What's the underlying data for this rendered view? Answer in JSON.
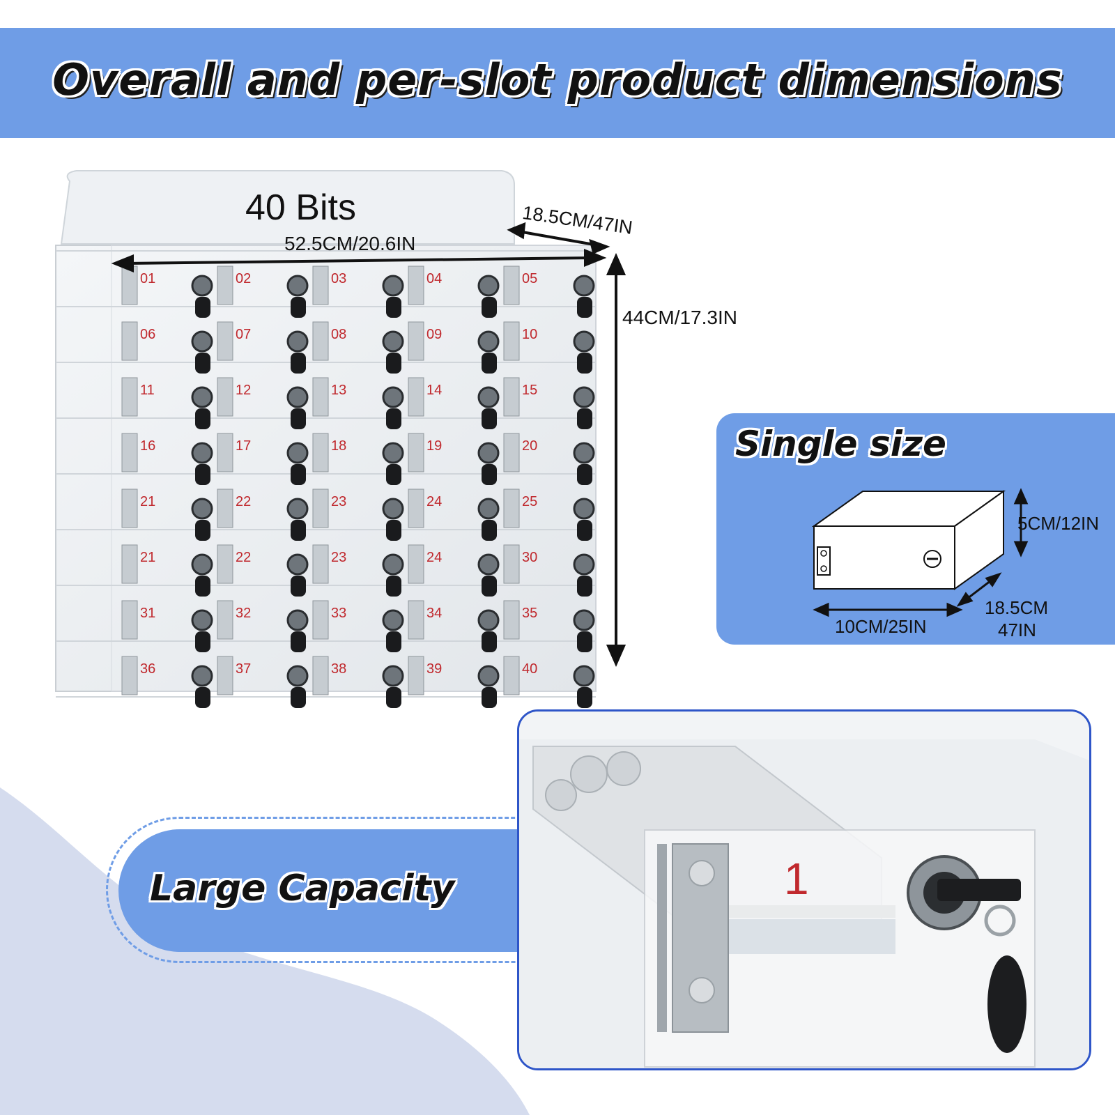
{
  "header": {
    "title": "Overall and per-slot product dimensions"
  },
  "cabinet": {
    "capacity_label": "40 Bits",
    "width_label": "52.5CM/20.6IN",
    "depth_label": "18.5CM/47IN",
    "height_label": "44CM/17.3IN",
    "slot_numbers": [
      "01",
      "02",
      "03",
      "04",
      "05",
      "06",
      "07",
      "08",
      "09",
      "10",
      "11",
      "12",
      "13",
      "14",
      "15",
      "16",
      "17",
      "18",
      "19",
      "20",
      "21",
      "22",
      "23",
      "24",
      "25",
      "21",
      "22",
      "23",
      "24",
      "30",
      "31",
      "32",
      "33",
      "34",
      "35",
      "36",
      "37",
      "38",
      "39",
      "40"
    ]
  },
  "single_size": {
    "title": "Single size",
    "height_label": "5CM/12IN",
    "width_label": "10CM/25IN",
    "depth_label_line1": "18.5CM",
    "depth_label_line2": "47IN"
  },
  "feature": {
    "label": "Large Capacity"
  },
  "closeup": {
    "slot_number": "1"
  },
  "colors": {
    "accent_blue": "#6f9de6",
    "border_blue": "#2e55c8",
    "slot_number_red": "#c0282d"
  }
}
